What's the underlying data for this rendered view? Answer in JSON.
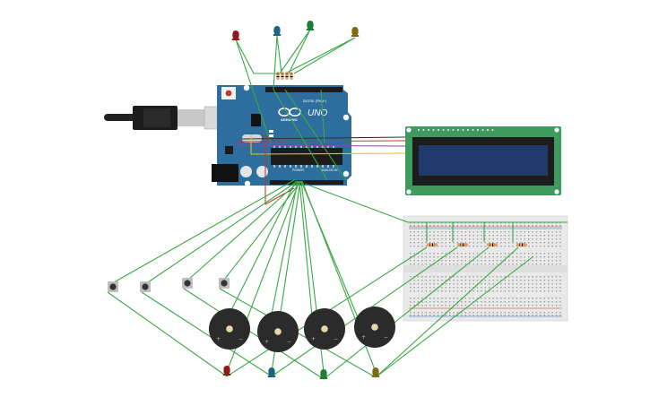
{
  "arduino": {
    "logo_text": "ARDUINO",
    "model": "UNO",
    "digital_label": "DIGITAL (PWM~)",
    "power_label": "POWER",
    "analog_label": "ANALOG IN",
    "board_color": "#2e6e9e"
  },
  "lcd": {
    "screen_color": "#1f3a6b",
    "pcb_color": "#3e9b5d"
  },
  "led_colors": [
    "#8b1a1a",
    "#1a6480",
    "#1e7e34",
    "#7d6a15"
  ],
  "wire_colors": {
    "green": "#3aa845",
    "red": "#c0392b",
    "yellow": "#e8c21a",
    "black": "#333333",
    "purple": "#8e44ad"
  },
  "counts": {
    "top_leds": 4,
    "bottom_leds": 4,
    "buzzers": 4,
    "pushbuttons": 4,
    "breadboard_resistors": 4,
    "arduino_resistors": 4
  }
}
